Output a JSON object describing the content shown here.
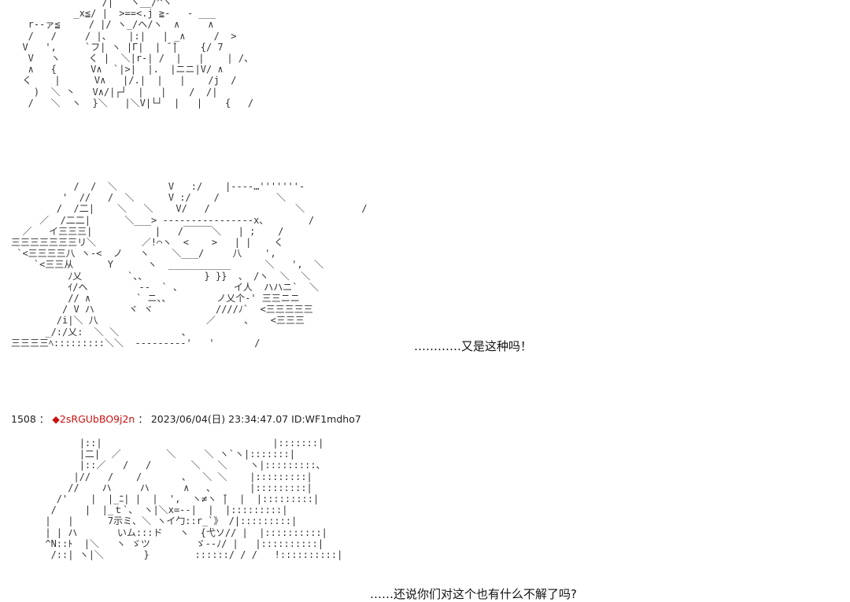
{
  "art": {
    "block_1": "                /|   ヽ__/^ヽ\n           _x≦/ |  >==<.j ≧-   - ___\n   r‐‐ァ≦     / |/ ヽ_/ヘ/ヽ  ∧     ∧\n   /   /     / |、   |:|   | _∧     /  >\n  V   ',     `フ| ヽ |Γ|  | ̄ ̄|    {/ 7\n   V   ヽ     く |  ＼|r-| /  |   |    | /、\n   ∧   {      V∧  `|>|  |.  |ニニ|V/ ∧\n  く    |      V∧   |/.|  |   |    /j  /\n    )  ＼ 丶   V∧/|┌┘  |   |    /  /|\n   /   ＼  ヽ  }＼   |＼V|└┘  |   |    {   /",
    "block_2": "           /  /  ＼         V   :/    |‐‐‐‐…'''''''‐\n         '  //   /  ＼      V :/    /          ＼\n        /  /二|    ＼   ＼    V/   /               ＼          /\n     ／  /二二|      ＼___> ‐‐‐‐‐‐‐‐‐‐‐‐‐‐‐‐x、       /\n  ／   イ三三三|           |   /￣￣￣＼   | ;    /\n三三三三三三三リ＼        ／!⌒ヽ  <    >   | |    く\n `<三三三三八 ヽ‐<  ノ   ヽ    ＼___/     八    ',\n    `<三三从      Y      ヽ  ___________      ＼   ',  ＼\n          ﾉ乂        `、、          } }}  、 /ヽ  ＼  ＼\n          ｲ/ヘ         ‐‐  ` 、         イ人  ハハニ`  ＼\n          // ∧        ` ニ、、        ノ乂个‐' 三三ニニ\n         / V ハ      ヾ ヾ           ////ﾉ`  <三三三三三\n        /i|＼ 八                   ／     、   <三三三\n      _/:/乂:  ＼ ＼           、\n三三三三ﾍ:::::::::＼＼  ‐‐‐‐‐‐‐‐‐'   '       /",
    "block_3": "            |::|                              |:::::::|\n            |二|  ／        ＼     ＼ ヽ`ヽ|:::::::|\n            |::／   /   /       ＼   ＼    ヽ|:::::::::、\n           |//   /    /       、  ＼ ＼    |:::::::::|\n          //    ハ     ハ      ∧   、      |:::::::::|\n        /'    |  |_ﾆ| |  |  ',  ヽ≠ヽ ̄|  |  |:::::::::|\n       /     |  |_ｔ`、 ヽ|＼x=‐‐|  |  |:::::::::|\n      |   |      7示ミ、＼ ヽイ勹::r_`》 /|:::::::::|\n      | | ハ       いム:::ド   ヽ  {弋ソ// |  |::::::::::|\n      ^Ν::ﾄ  |＼   ヽ ゞツ        ゞ‐‐ﾉ/ |   |::::::::::|\n       /::| ヽ|＼       }        ::::::/ / /   !::::::::::|"
  },
  "dialogue": {
    "line_1": "…………又是这种吗！",
    "line_2": "……还说你们对这个也有什么不解了吗?"
  },
  "post": {
    "number": "1508",
    "separator_1": "：",
    "trip_marker": "◆",
    "trip": "2sRGUbBO9j2n",
    "separator_2": "：",
    "date": "2023/06/04(日)",
    "time": "23:34:47.07",
    "id": "ID:WF1mdho7"
  }
}
